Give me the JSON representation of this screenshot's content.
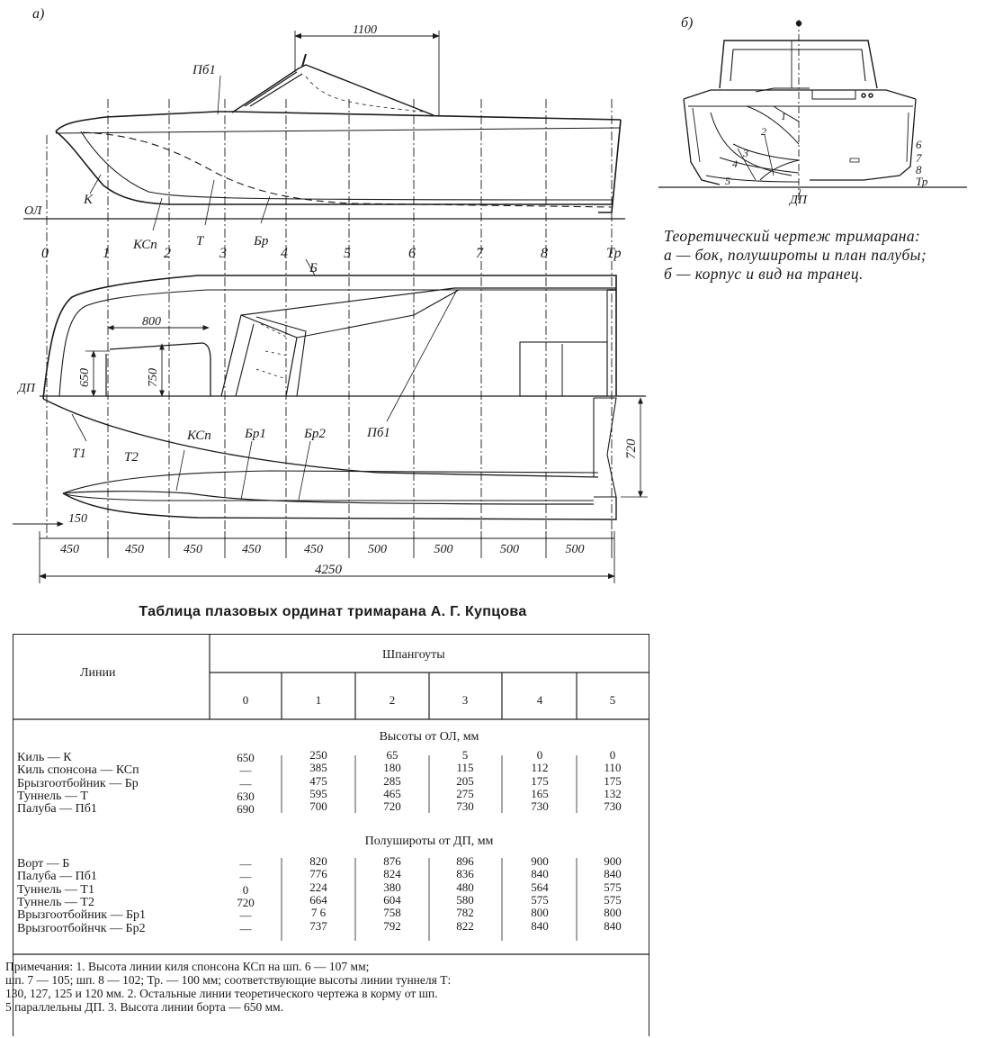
{
  "figure_a": {
    "panel_label": "а)",
    "top_dimension": "1100",
    "side_labels": {
      "deck": "Пб1",
      "keel": "К",
      "sponson_keel": "КСп",
      "tunnel": "Т",
      "spray_rail": "Бр",
      "base_line": "ОЛ"
    },
    "stations": [
      "0",
      "1",
      "2",
      "3",
      "4",
      "5",
      "6",
      "7",
      "8",
      "Тр"
    ],
    "plan_labels": {
      "side": "Б",
      "centerline": "ДП",
      "deck": "Пб1",
      "tunnel1": "Т1",
      "tunnel2": "Т2",
      "sponson_keel": "КСп",
      "spray_rail1": "Бр1",
      "spray_rail2": "Бр2"
    },
    "plan_dims": {
      "d800": "800",
      "d650": "650",
      "d750": "750",
      "d720": "720",
      "d150": "150"
    },
    "bottom_spacings": [
      "450",
      "450",
      "450",
      "450",
      "450",
      "500",
      "500",
      "500",
      "500"
    ],
    "total_length": "4250"
  },
  "figure_b": {
    "panel_label": "б)",
    "section_numbers": [
      "1",
      "2",
      "3",
      "4",
      "5"
    ],
    "right_labels": [
      "6",
      "7",
      "8",
      "Тр"
    ],
    "centerline": "ДП"
  },
  "caption": {
    "lines": [
      "Теоретический чертеж тримарана:",
      "а — бок, полушироты и план палубы;",
      "б — корпус и вид на транец."
    ]
  },
  "table": {
    "title": "Таблица плазовых ординат тримарана А. Г. Купцова",
    "lines_header": "Линии",
    "frames_header": "Шпангоуты",
    "frame_numbers": [
      "0",
      "1",
      "2",
      "3",
      "4",
      "5"
    ],
    "section1_title": "Высоты от ОЛ, мм",
    "section1_rows": [
      {
        "label": "Киль — К",
        "values": [
          "650",
          "250",
          "65",
          "5",
          "0",
          "0"
        ]
      },
      {
        "label": "Киль спонсона — КСп",
        "values": [
          "—",
          "385",
          "180",
          "115",
          "112",
          "110"
        ]
      },
      {
        "label": "Брызгоотбойник — Бр",
        "values": [
          "—",
          "475",
          "285",
          "205",
          "175",
          "175"
        ]
      },
      {
        "label": "Туннель — Т",
        "values": [
          "630",
          "595",
          "465",
          "275",
          "165",
          "132"
        ]
      },
      {
        "label": "Палуба — Пб1",
        "values": [
          "690",
          "700",
          "720",
          "730",
          "730",
          "730"
        ]
      }
    ],
    "section2_title": "Полушироты от ДП, мм",
    "section2_rows": [
      {
        "label": "Ворт — Б",
        "values": [
          "—",
          "820",
          "876",
          "896",
          "900",
          "900"
        ]
      },
      {
        "label": "Палуба — Пб1",
        "values": [
          "—",
          "776",
          "824",
          "836",
          "840",
          "840"
        ]
      },
      {
        "label": "Туннель — Т1",
        "values": [
          "0",
          "224",
          "380",
          "480",
          "564",
          "575"
        ]
      },
      {
        "label": "Туннель — Т2",
        "values": [
          "720",
          "664",
          "604",
          "580",
          "575",
          "575"
        ]
      },
      {
        "label": "Врызгоотбойник — Бр1",
        "values": [
          "—",
          "7 6",
          "758",
          "782",
          "800",
          "800"
        ]
      },
      {
        "label": "Врызгоотбойнчк — Бр2",
        "values": [
          "—",
          "737",
          "792",
          "822",
          "840",
          "840"
        ]
      }
    ],
    "notes": [
      "Примечания: 1. Высота линии киля спонсона КСп на шп. 6 — 107 мм;",
      "шп. 7 — 105; шп. 8 — 102; Тр. — 100 мм; соответствующие высоты линии туннеля Т:",
      "130, 127, 125 и 120 мм. 2. Остальные линии теоретического чертежа в корму от шп.",
      "5 параллельны ДП. 3. Высота линии борта — 650 мм."
    ]
  }
}
